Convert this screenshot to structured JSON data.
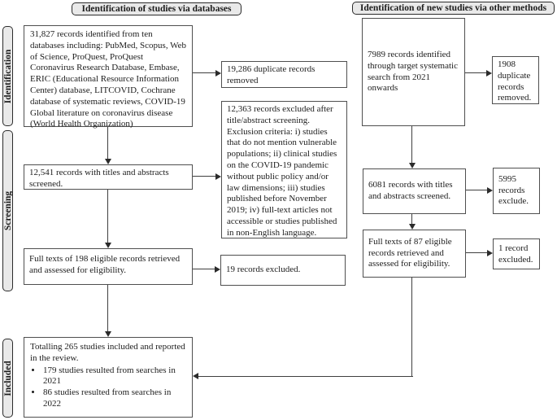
{
  "colors": {
    "box_border": "#4f4f4f",
    "pill_fill": "#e9e9e9",
    "pill_border": "#2b2b2b",
    "line": "#3f3f3f",
    "text": "#1c1c1c"
  },
  "headers": {
    "databases": "Identification of studies via databases",
    "other_methods": "Identification of new studies via other methods"
  },
  "sidebar_labels": {
    "identification": "Identification",
    "screening": "Screening",
    "included": "Included"
  },
  "databases_flow": {
    "identified": "31,827 records identified from ten databases including: PubMed, Scopus, Web of Science, ProQuest, ProQuest Coronavirus Research Database, Embase, ERIC (Educational Resource Information Center) database, LITCOVID, Cochrane database of systematic reviews, COVID-19 Global literature on coronavirus disease (World Health Organization)",
    "duplicates_removed": "19,286 duplicate records removed",
    "screened": "12,541 records with titles and abstracts screened.",
    "excluded_after_screening": "12,363 records excluded after title/abstract screening. Exclusion criteria: i) studies that do not mention vulnerable populations; ii) clinical studies on the COVID-19 pandemic without public policy and/or law dimensions; iii) studies published before November 2019; iv) full-text articles not accessible or studies published in non-English language.",
    "full_texts": "Full texts of 198 eligible records retrieved and assessed for eligibility.",
    "full_texts_excluded": "19 records excluded."
  },
  "other_methods_flow": {
    "identified": "7989 records identified through target systematic search from 2021 onwards",
    "duplicates_removed": "1908 duplicate records removed.",
    "screened": "6081 records with titles and abstracts screened.",
    "screening_excluded": "5995 records exclude.",
    "full_texts": "Full texts of 87 eligible records retrieved and assessed for eligibility.",
    "full_texts_excluded": "1 record excluded."
  },
  "included": {
    "summary": "Totalling 265 studies included and reported in the review.",
    "bullets": [
      "179 studies resulted from searches in 2021",
      "86 studies resulted from searches in 2022"
    ]
  }
}
